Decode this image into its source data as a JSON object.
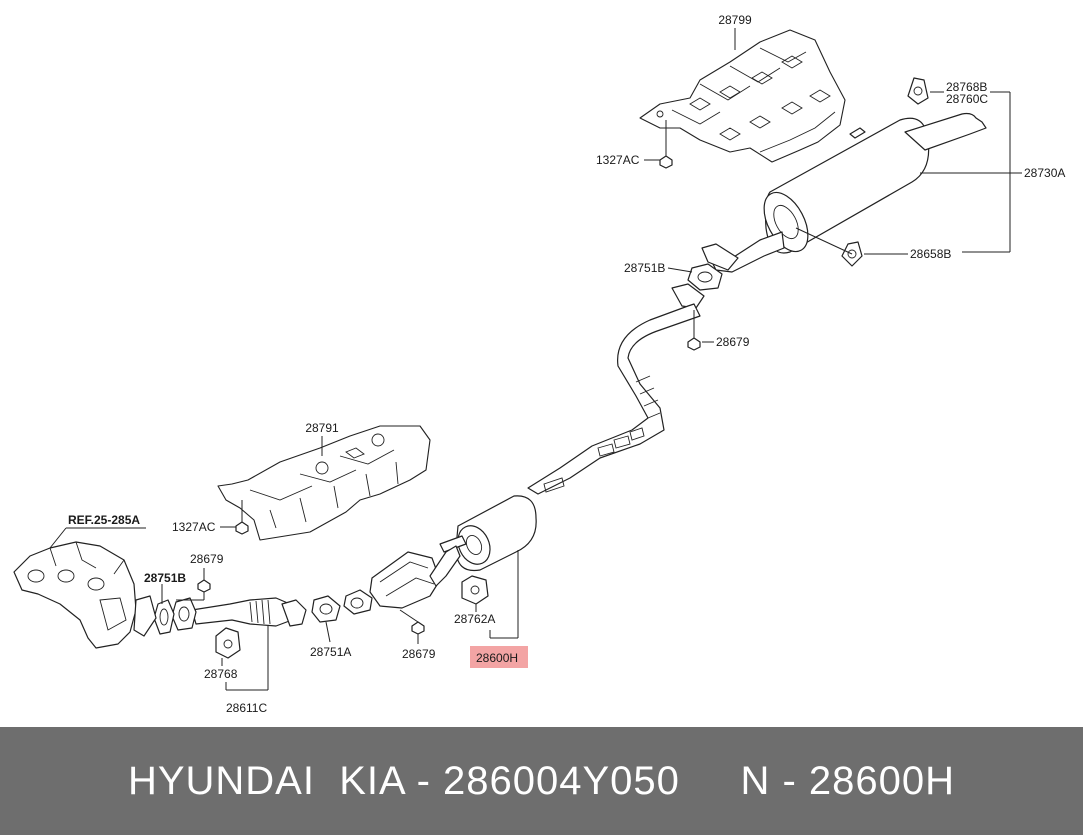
{
  "labels": {
    "heat_shield_rear": "28799",
    "nut_rear": "1327AC",
    "hanger_rubber_rear_a": "28768B",
    "hanger_rubber_rear_b": "28760C",
    "muffler_rear": "28730A",
    "hanger_rubber_rear_c": "28658B",
    "gasket_rear": "28751B",
    "nut_mid": "28679",
    "heat_shield_front": "28791",
    "nut_front": "1327AC",
    "ref_manifold": "REF.25-285A",
    "nut_front_pipe": "28679",
    "gasket_front_bold": "28751B",
    "gasket_cat": "28751A",
    "nut_cat": "28679",
    "hanger_center": "28762A",
    "center_pipe_assy": "28600H",
    "hanger_front": "28768",
    "front_pipe": "28611C"
  },
  "footer": {
    "text": "HYUNDAI  KIA - 286004Y050     N - 28600H"
  },
  "colors": {
    "highlight": "#f3a4a4",
    "footer_bg": "#6e6e6e",
    "footer_text": "#ffffff"
  }
}
